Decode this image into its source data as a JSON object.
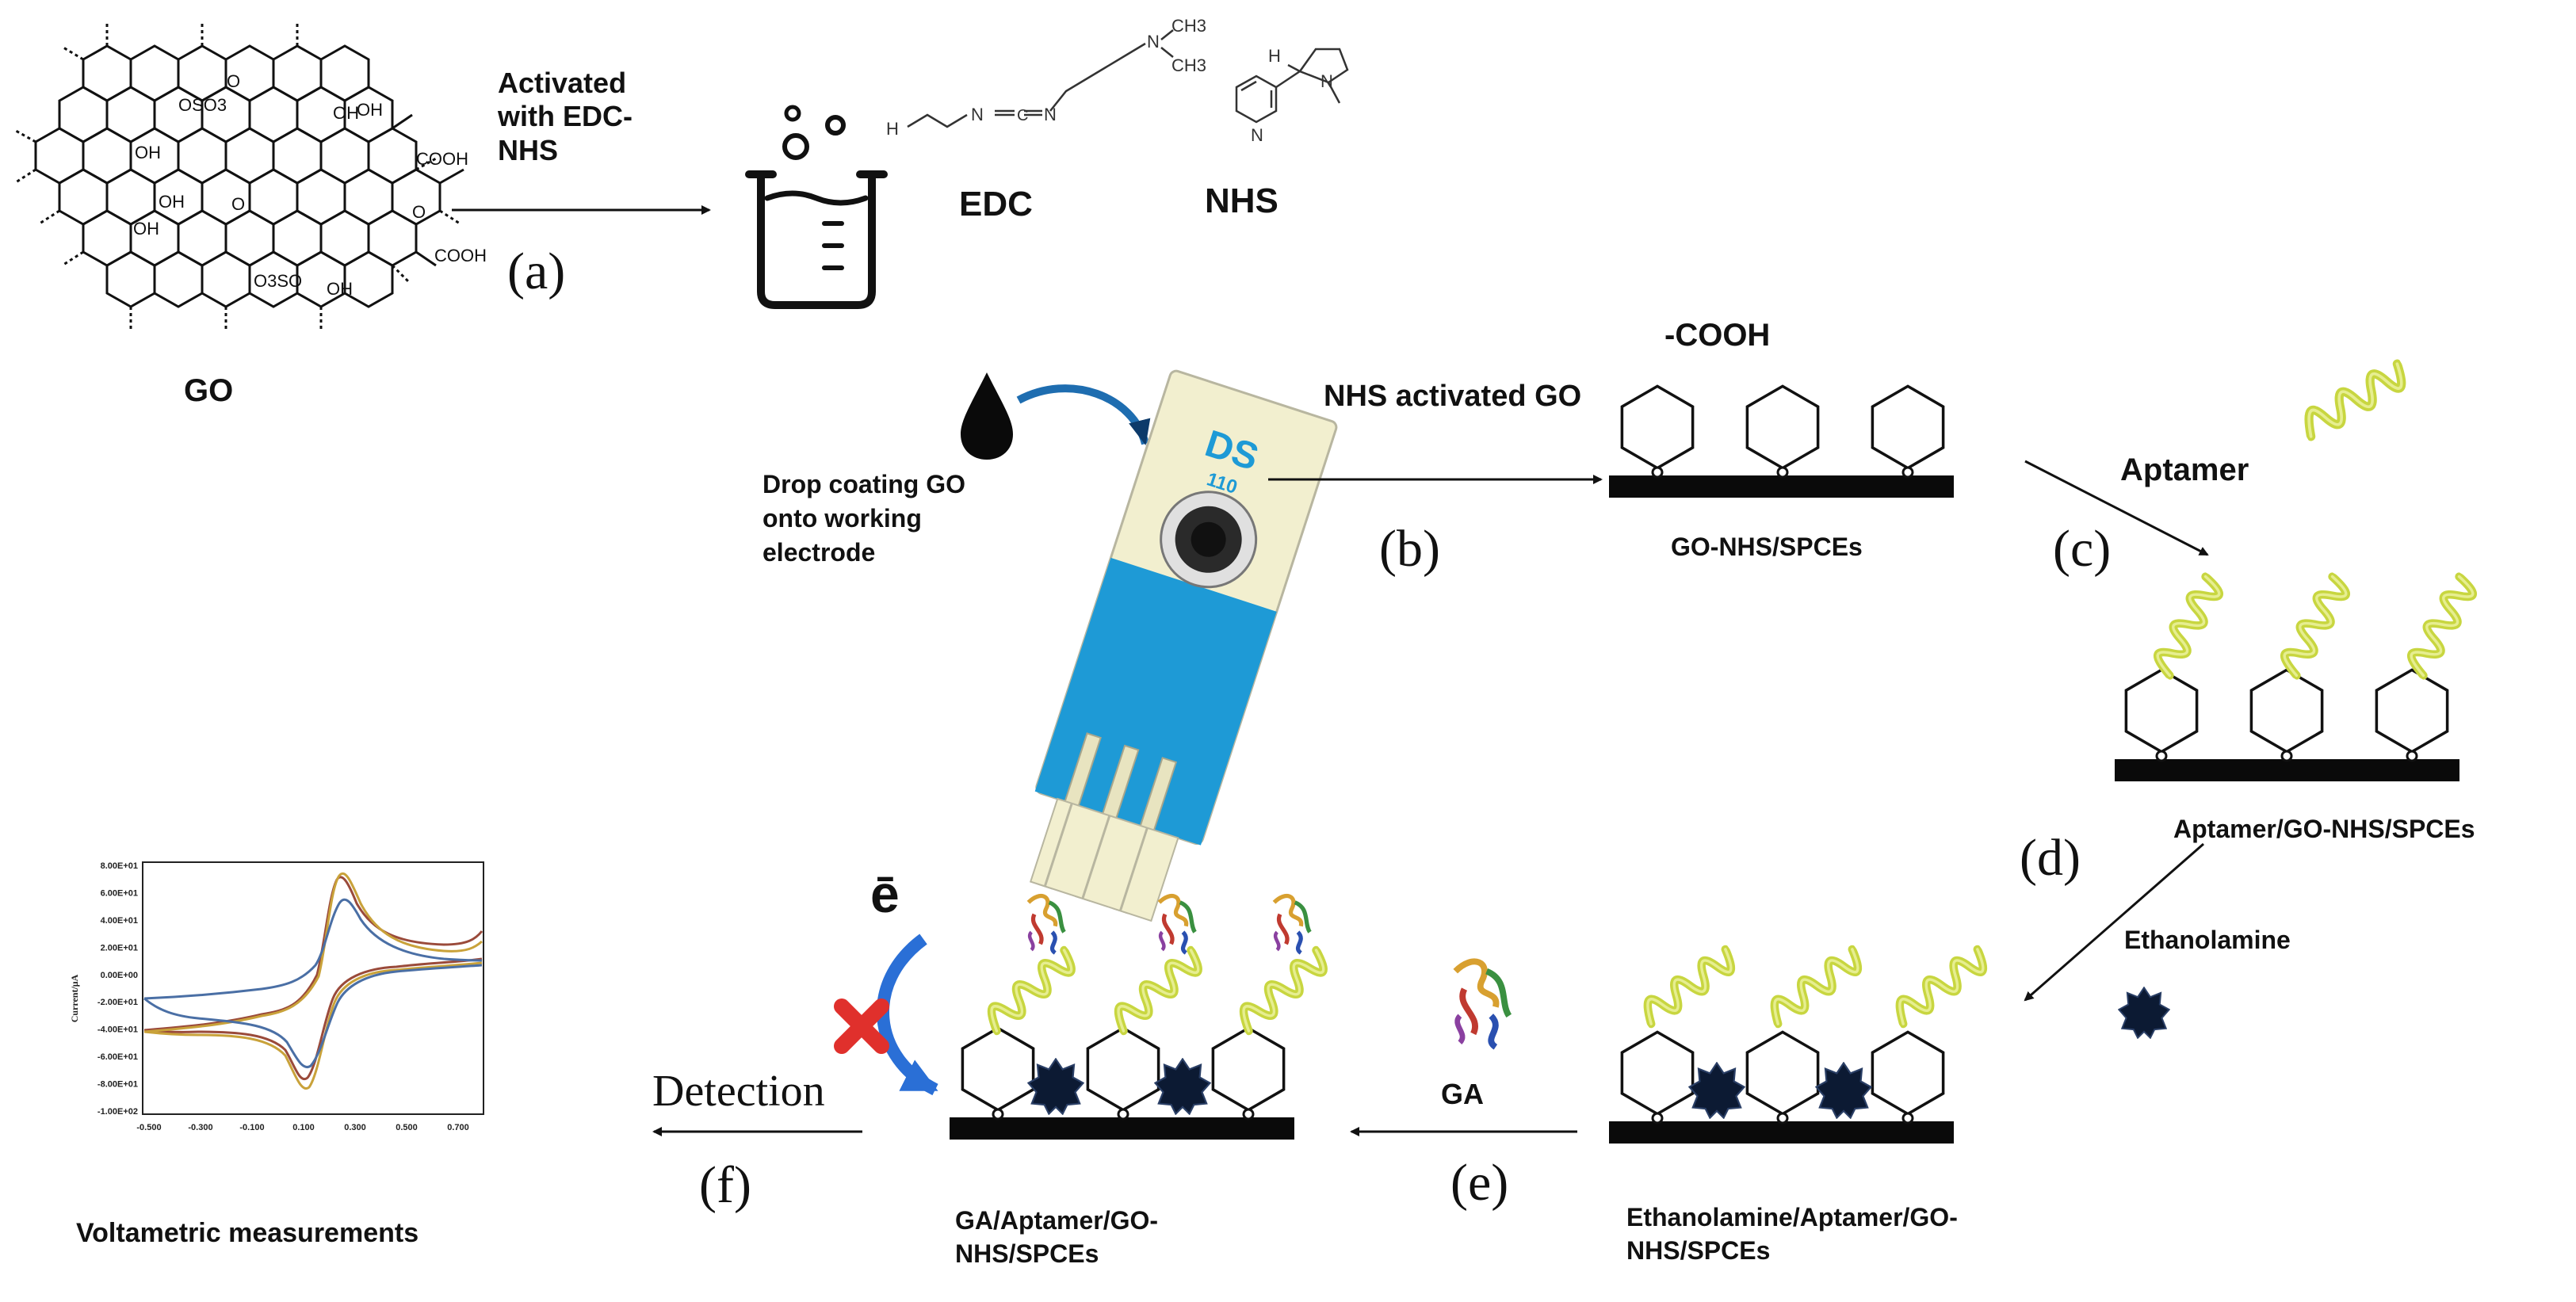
{
  "labels": {
    "go": "GO",
    "activated": "Activated with EDC-NHS",
    "edc": "EDC",
    "nhs": "NHS",
    "drop_coating": "Drop coating GO onto working electrode",
    "nhs_activated_go": "NHS activated GO",
    "cooh": "-COOH",
    "go_nhs_spces": "GO-NHS/SPCEs",
    "aptamer": "Aptamer",
    "aptamer_go_nhs_spces": "Aptamer/GO-NHS/SPCEs",
    "ethanolamine": "Ethanolamine",
    "ethanolamine_aptamer_go_nhs_spces": "Ethanolamine/Aptamer/GO-NHS/SPCEs",
    "ga": "GA",
    "ga_aptamer_go_nhs_spces": "GA/Aptamer/GO-NHS/SPCEs",
    "electron": "ē",
    "detection": "Detection",
    "voltametric": "Voltametric measurements"
  },
  "steps": {
    "a": "(a)",
    "b": "(b)",
    "c": "(c)",
    "d": "(d)",
    "e": "(e)",
    "f": "(f)"
  },
  "electrode": {
    "brand": "DS",
    "model": "110"
  },
  "molecule_text": {
    "oh": "OH",
    "cooh": "COOH",
    "oso3": "OSO3",
    "o3so": "O3SO",
    "o": "O",
    "n": "N",
    "h": "H",
    "ch3": "CH3"
  },
  "cv_plot": {
    "y_ticks": [
      "8.00E+01",
      "6.00E+01",
      "4.00E+01",
      "2.00E+01",
      "0.00E+00",
      "-2.00E+01",
      "-4.00E+01",
      "-6.00E+01",
      "-8.00E+01",
      "-1.00E+02"
    ],
    "x_ticks": [
      "-0.500",
      "-0.300",
      "-0.100",
      "0.100",
      "0.300",
      "0.500",
      "0.700"
    ],
    "ylabel": "Current/μA",
    "series_colors": [
      "#9a4a3a",
      "#c9a23a",
      "#4a6fa5"
    ]
  },
  "colors": {
    "strip_blue": "#1e9ad6",
    "strip_body": "#f2efcf",
    "aptamer_yellow": "#c8d640",
    "ethanolamine_dark": "#0c1a33",
    "cross_red": "#e0302c",
    "arrow_blue": "#2a6fd6"
  }
}
